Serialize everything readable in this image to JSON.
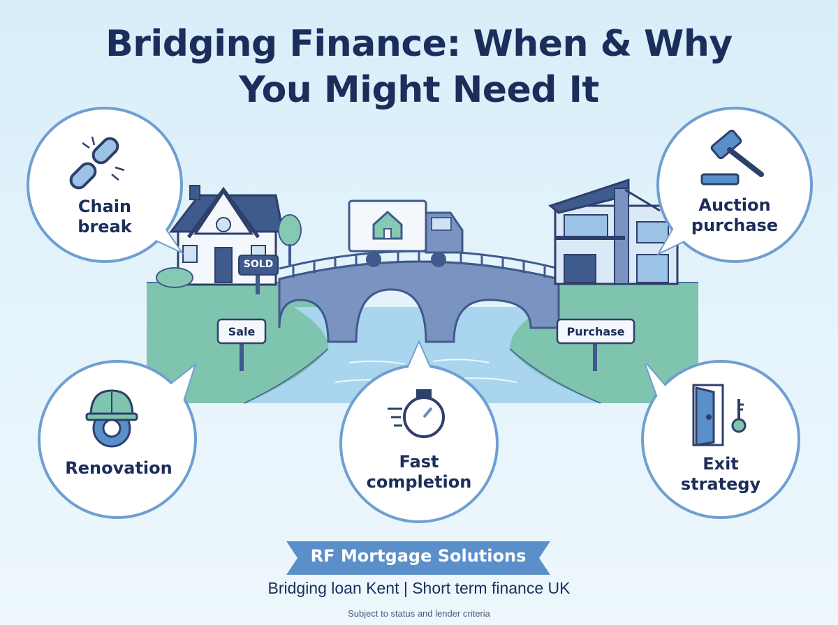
{
  "title": {
    "line1": "Bridging Finance: When & Why",
    "line2": "You Might Need It"
  },
  "bubbles": {
    "chain_break": {
      "line1": "Chain",
      "line2": "break",
      "icon": "broken-chain-icon"
    },
    "auction": {
      "line1": "Auction",
      "line2": "purchase",
      "icon": "gavel-icon"
    },
    "renovation": {
      "line1": "Renovation",
      "icon": "hard-hat-gear-icon"
    },
    "fast_completion": {
      "line1": "Fast",
      "line2": "completion",
      "icon": "stopwatch-icon"
    },
    "exit_strategy": {
      "line1": "Exit",
      "line2": "strategy",
      "icon": "door-key-icon"
    }
  },
  "signs": {
    "sold": "SOLD",
    "sale": "Sale",
    "purchase": "Purchase"
  },
  "brand": "RF Mortgage Solutions",
  "tagline": "Bridging loan Kent | Short term finance UK",
  "disclaimer": "Subject to status and lender criteria",
  "colors": {
    "navy": "#1b2d5a",
    "accent_blue": "#5b8fc9",
    "bubble_border": "#6f9fd0",
    "grass": "#7fc4ae",
    "river": "#a9d6ee",
    "bridge": "#6a86b5"
  }
}
